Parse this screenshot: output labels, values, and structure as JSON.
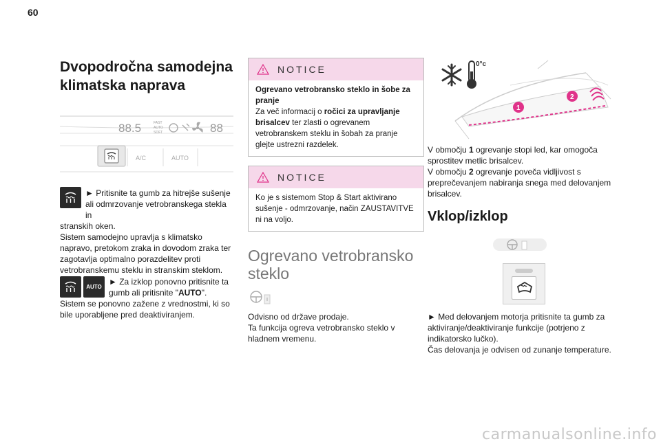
{
  "page_number": "60",
  "col1": {
    "title_line1": "Dvopodročna samodejna",
    "title_line2": "klimatska naprava",
    "panel": {
      "display_left": "88.5",
      "fast": "FAST",
      "auto": "AUTO",
      "soft": "SOFT",
      "display_right": "88",
      "btn_ac": "A/C",
      "btn_auto": "AUTO"
    },
    "p1a": "► Pritisnite ta gumb za hitrejše sušenje",
    "p1b": "ali odmrzovanje vetrobranskega stekla in",
    "p1c": "stranskih oken.",
    "p2": "Sistem samodejno upravlja s klimatsko napravo, pretokom zraka in dovodom zraka ter zagotavlja optimalno porazdelitev proti vetrobranskemu steklu in stranskim steklom.",
    "auto_icon_label": "AUTO",
    "p3a": "► Za izklop ponovno pritisnite ta",
    "p3b_pre": "gumb ali pritisnite \"",
    "p3b_bold": "AUTO",
    "p3b_post": "\".",
    "p4": "Sistem se ponovno zažene z vrednostmi, ki so bile uporabljene pred deaktiviranjem."
  },
  "col2": {
    "notice1_label": "NOTICE",
    "notice1_bold": "Ogrevano vetrobransko steklo in šobe za pranje",
    "notice1_pre": "Za več informacij o ",
    "notice1_bold2": "ročici za upravljanje brisalcev",
    "notice1_post": " ter zlasti o ogrevanem vetrobranskem steklu in šobah za pranje glejte ustrezni razdelek.",
    "notice2_label": "NOTICE",
    "notice2_text": "Ko je s sistemom Stop & Start aktivirano sušenje - odmrzovanje, način ZAUSTAVITVE ni na voljo.",
    "heading_line1": "Ogrevano vetrobransko",
    "heading_line2": "steklo",
    "p1": "Odvisno od države prodaje.",
    "p2": "Ta funkcija ogreva vetrobransko steklo v hladnem vremenu."
  },
  "col3": {
    "temp_label": "0°c",
    "marker1": "1",
    "marker2": "2",
    "p1_pre": "V območju ",
    "p1_bold": "1",
    "p1_post": " ogrevanje stopi led, kar omogoča sprostitev metlic brisalcev.",
    "p2_pre": "V območju ",
    "p2_bold": "2",
    "p2_post": " ogrevanje poveča vidljivost s preprečevanjem nabiranja snega med delovanjem brisalcev.",
    "heading": "Vklop/izklop",
    "p3": "► Med delovanjem motorja pritisnite ta gumb za aktiviranje/deaktiviranje funkcije (potrjeno z indikatorsko lučko).",
    "p4": "Čas delovanja je odvisen od zunanje temperature."
  },
  "watermark": "carmanualsonline.info",
  "colors": {
    "notice_bg": "#f6d8ea",
    "accent_pink": "#e0338a",
    "gray_text": "#777777"
  }
}
